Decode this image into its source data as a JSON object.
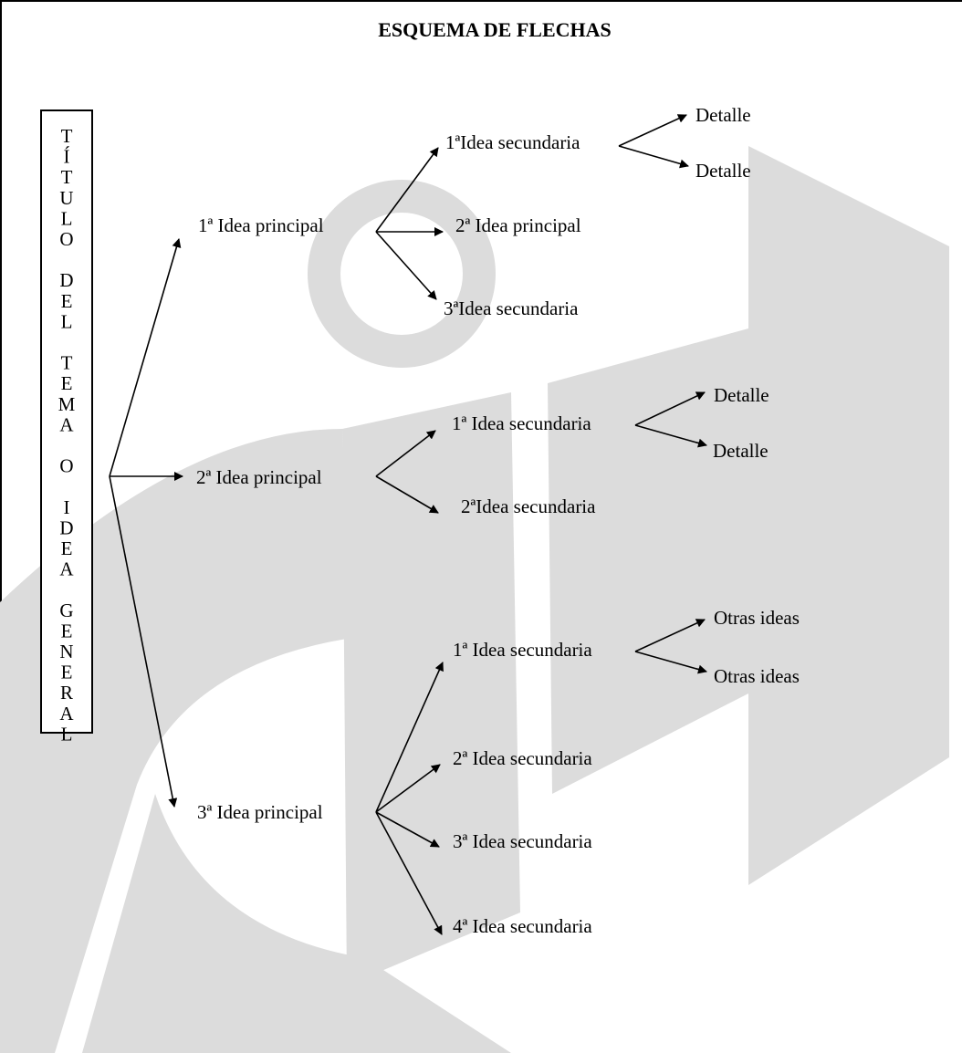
{
  "title": "ESQUEMA DE FLECHAS",
  "root_box": {
    "letters": [
      "T",
      "Í",
      "T",
      "U",
      "L",
      "O",
      "",
      "D",
      "E",
      "L",
      "",
      "T",
      "E",
      "M",
      "A",
      "",
      "O",
      "",
      "I",
      "D",
      "E",
      "A",
      "",
      "G",
      "E",
      "N",
      "E",
      "R",
      "A",
      "L"
    ]
  },
  "nodes": {
    "p1": "1ª Idea principal",
    "p2": "2ª Idea principal",
    "p3": "3ª Idea principal",
    "p1_s1": "1ªIdea secundaria",
    "p1_s2": "2ª Idea principal",
    "p1_s3": "3ªIdea secundaria",
    "p1_s1_d1": "Detalle",
    "p1_s1_d2": "Detalle",
    "p2_s1": "1ª  Idea secundaria",
    "p2_s2": "2ªIdea secundaria",
    "p2_s1_d1": "Detalle",
    "p2_s1_d2": "Detalle",
    "p3_s1": "1ª  Idea secundaria",
    "p3_s2": "2ª  Idea secundaria",
    "p3_s3": "3ª  Idea secundaria",
    "p3_s4": "4ª  Idea secundaria",
    "p3_s1_o1": "Otras ideas",
    "p3_s1_o2": "Otras ideas"
  },
  "colors": {
    "watermark": "#dcdcdc",
    "line": "#000000"
  }
}
